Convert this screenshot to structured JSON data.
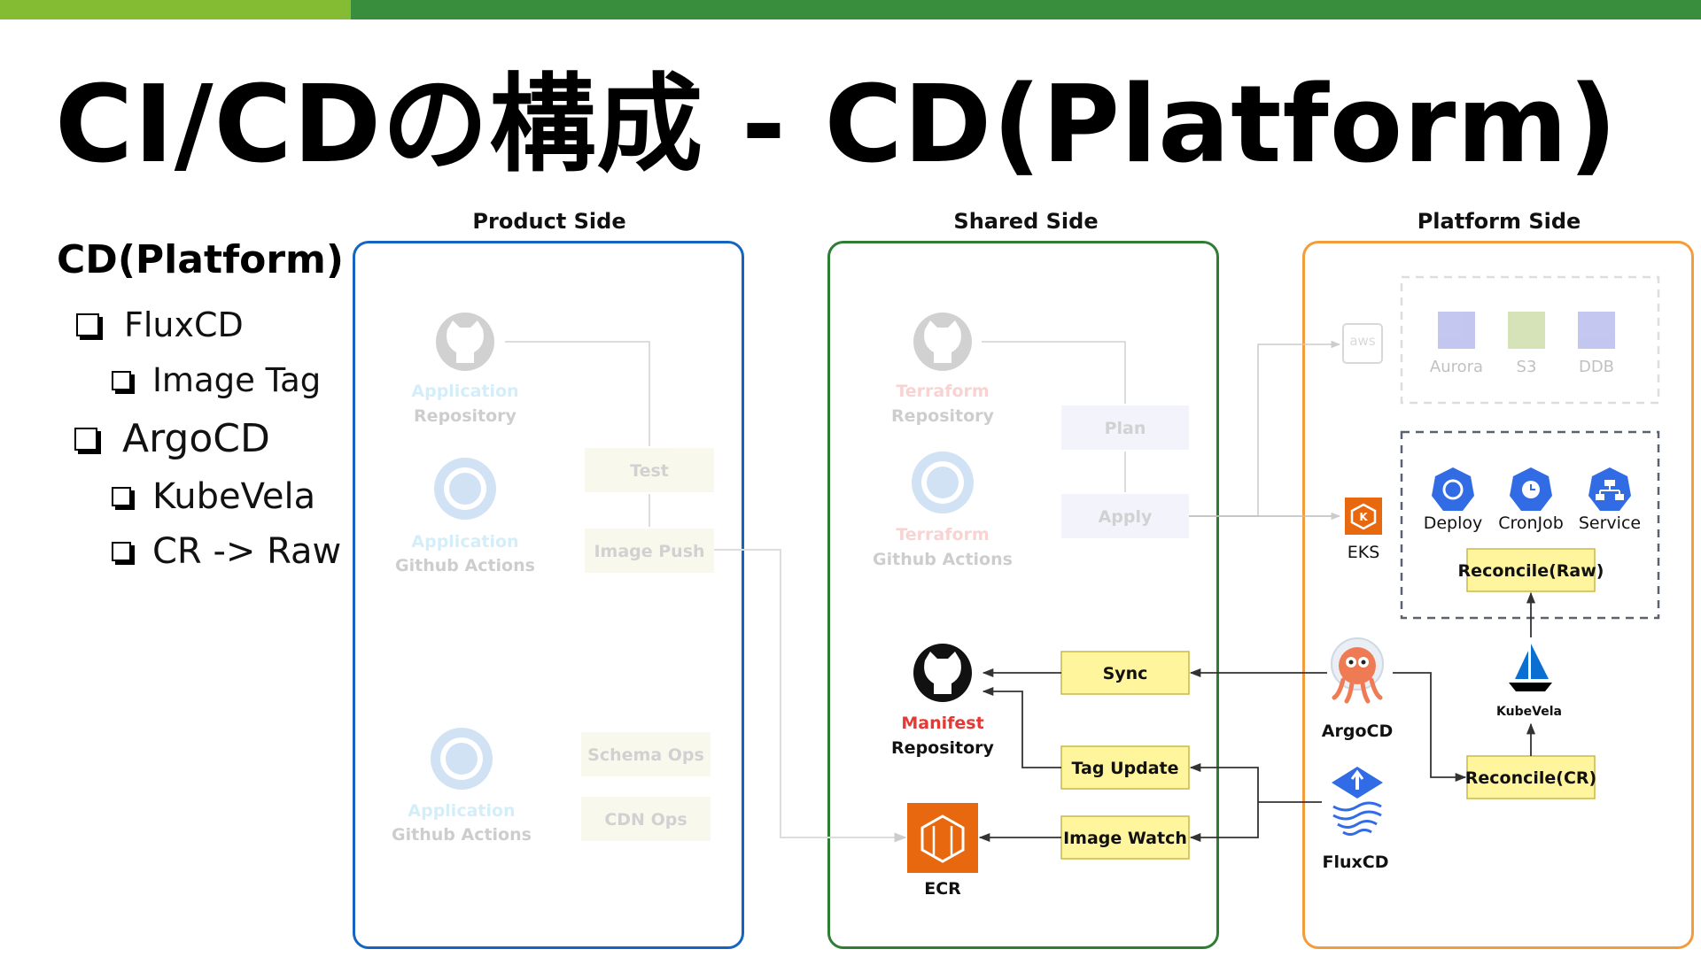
{
  "title": "CI/CDの構成 - CD(Platform)",
  "left": {
    "heading": "CD(Platform)",
    "items": [
      {
        "label": "FluxCD",
        "level": 1
      },
      {
        "label": "Image Tag",
        "level": 2
      },
      {
        "label": "ArgoCD",
        "level": 1
      },
      {
        "label": "KubeVela",
        "level": 2
      },
      {
        "label": "CR -> Raw",
        "level": 2
      }
    ]
  },
  "sides": {
    "product": "Product Side",
    "shared": "Shared Side",
    "platform": "Platform Side"
  },
  "colors": {
    "product_border": "#1565c0",
    "shared_border": "#2e7d32",
    "platform_border": "#f39c3c",
    "yellow_box": "#fff59d",
    "yellow_border": "#c9b84a",
    "ecr_orange": "#e8680f",
    "argo_orange": "#ef7b54",
    "k8s_blue": "#326ce5"
  },
  "product": {
    "app_repo_line1": "Application",
    "app_repo_line2": "Repository",
    "app_actions1_line1": "Application",
    "app_actions1_line2": "Github Actions",
    "app_actions2_line1": "Application",
    "app_actions2_line2": "Github Actions",
    "test": "Test",
    "image_push": "Image Push",
    "schema_ops": "Schema Ops",
    "cdn_ops": "CDN Ops"
  },
  "shared": {
    "tf_repo_line1": "Terraform",
    "tf_repo_line2": "Repository",
    "tf_actions_line1": "Terraform",
    "tf_actions_line2": "Github Actions",
    "plan": "Plan",
    "apply": "Apply",
    "manifest_line1": "Manifest",
    "manifest_line2": "Repository",
    "sync": "Sync",
    "tag_update": "Tag Update",
    "image_watch": "Image Watch",
    "ecr": "ECR"
  },
  "platform": {
    "aws": "aws",
    "aurora": "Aurora",
    "s3": "S3",
    "ddb": "DDB",
    "eks": "EKS",
    "deploy": "Deploy",
    "cronjob": "CronJob",
    "service": "Service",
    "reconcile_raw": "Reconcile(Raw)",
    "kubevela": "KubeVela",
    "argocd": "ArgoCD",
    "reconcile_cr": "Reconcile(CR)",
    "fluxcd": "FluxCD"
  }
}
